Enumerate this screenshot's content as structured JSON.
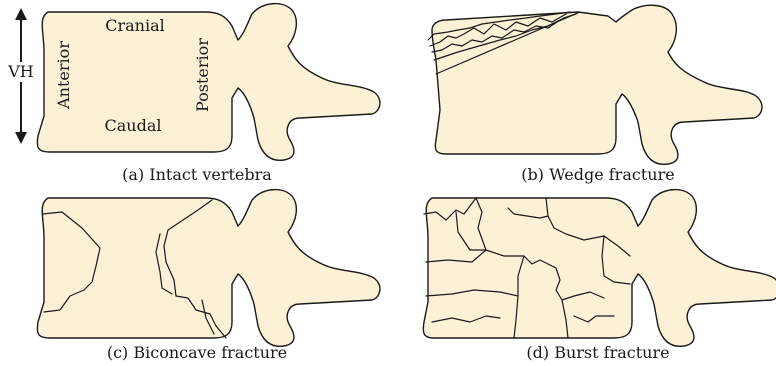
{
  "figure": {
    "panels": [
      {
        "id": "a",
        "caption": "(a) Intact vertebra",
        "labels": {
          "top": "Cranial",
          "bottom": "Caudal",
          "left": "Anterior",
          "right": "Posterior",
          "height_marker": "VH"
        }
      },
      {
        "id": "b",
        "caption": "(b) Wedge fracture"
      },
      {
        "id": "c",
        "caption": "(c) Biconcave fracture"
      },
      {
        "id": "d",
        "caption": "(d) Burst fracture"
      }
    ]
  }
}
